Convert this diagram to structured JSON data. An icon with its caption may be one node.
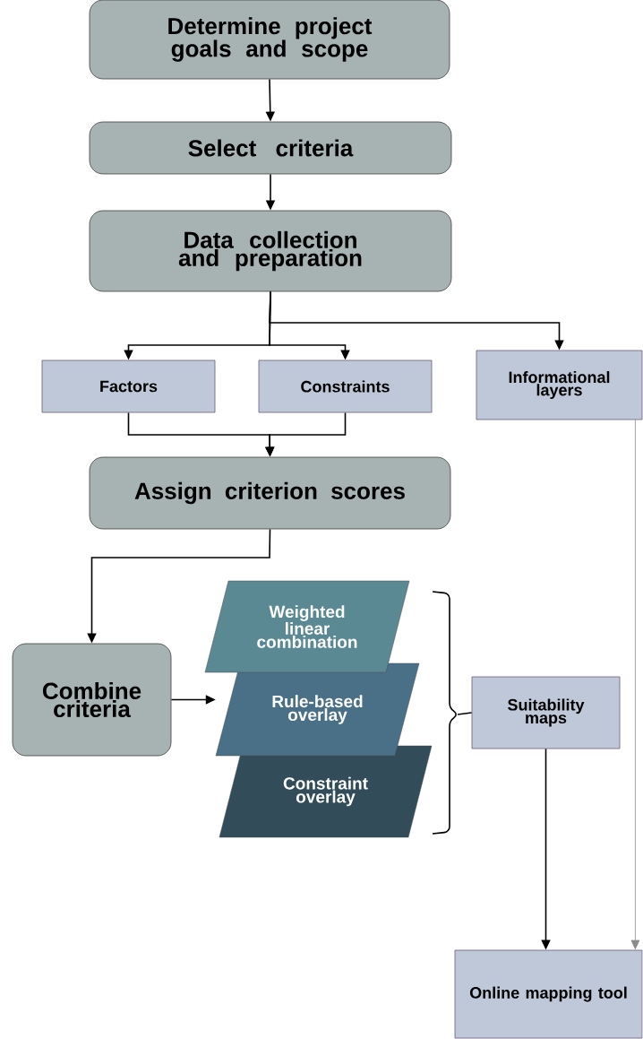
{
  "diagram": {
    "nodes": [
      {
        "text": [
          "Determine project goals and scope"
        ]
      },
      {
        "text": [
          "Select criteria"
        ]
      },
      {
        "text": [
          "Data collection and preparation"
        ]
      },
      {
        "text": [
          "Factors"
        ]
      },
      {
        "text": [
          "Constraints"
        ]
      },
      {
        "text": [
          "Informational layers"
        ]
      },
      {
        "text": [
          "Assign criterion scores"
        ]
      },
      {
        "text": [
          "Combine criteria"
        ]
      },
      {
        "text": [
          "Weighted linear combination"
        ]
      },
      {
        "text": [
          "Rule-based overlay"
        ]
      },
      {
        "text": [
          "Constraint overlay"
        ]
      },
      {
        "text": [
          "Suitability maps"
        ]
      },
      {
        "text": [
          "Online mapping tool"
        ]
      }
    ],
    "edges": [
      {
        "from": 0,
        "to": 1,
        "arrow": "to"
      },
      {
        "from": 1,
        "to": 2,
        "arrow": "to"
      },
      {
        "from": 2,
        "to": 3,
        "arrow": "to"
      },
      {
        "from": 2,
        "to": 4,
        "arrow": "to"
      },
      {
        "from": 2,
        "to": 5,
        "arrow": "to"
      },
      {
        "from": 3,
        "to": 6,
        "arrow": "to"
      },
      {
        "from": 4,
        "to": 6,
        "arrow": "to"
      },
      {
        "from": 6,
        "to": 7,
        "arrow": "to"
      },
      {
        "from": 7,
        "to": 9,
        "arrow": "to"
      },
      {
        "from": 11,
        "to": 12,
        "arrow": "to"
      },
      {
        "from": 5,
        "to": 12,
        "arrow": "to",
        "color": "#8c8c8c"
      }
    ]
  }
}
